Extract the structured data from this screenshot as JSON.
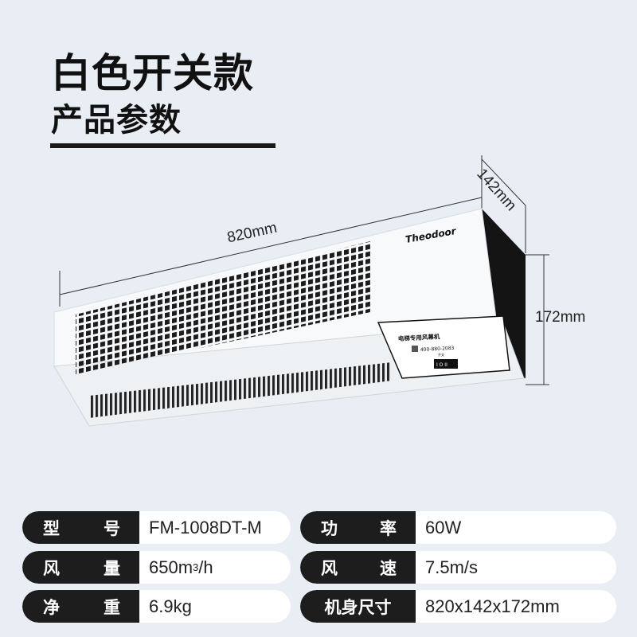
{
  "header": {
    "title": "白色开关款",
    "subtitle": "产品参数"
  },
  "product": {
    "brand_logo": "Theodoor",
    "label_title": "电梯专用风幕机",
    "label_phone": "400-880-2083",
    "switch_label": "开关",
    "switch_marks": "I O II"
  },
  "dimensions": {
    "length": "820mm",
    "depth": "142mm",
    "height": "172mm"
  },
  "specs": {
    "left": [
      {
        "label_a": "型",
        "label_b": "号",
        "value": "FM-1008DT-M"
      },
      {
        "label_a": "风",
        "label_b": "量",
        "value": "650m",
        "value_sup": "3",
        "value_tail": "/h"
      },
      {
        "label_a": "净",
        "label_b": "重",
        "value": "6.9kg"
      }
    ],
    "right": [
      {
        "label_a": "功",
        "label_b": "率",
        "value": "60W"
      },
      {
        "label_a": "风",
        "label_b": "速",
        "value": "7.5m/s"
      },
      {
        "label": "机身尺寸",
        "value": "820x142x172mm"
      }
    ]
  },
  "colors": {
    "background": "#e9eef4",
    "label_bg": "#1d1d1d",
    "value_bg": "#ffffff"
  }
}
